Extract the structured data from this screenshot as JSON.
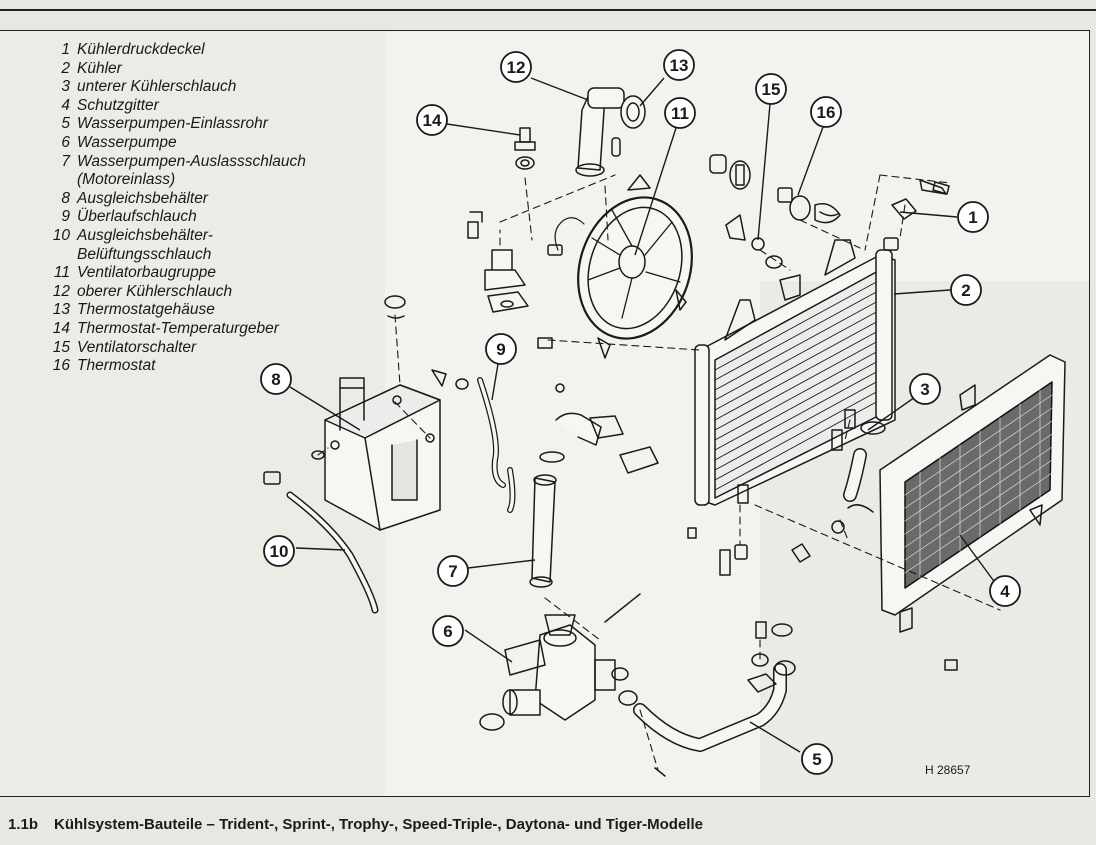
{
  "legend": [
    {
      "num": "1",
      "text": "Kühlerdruckdeckel"
    },
    {
      "num": "2",
      "text": "Kühler"
    },
    {
      "num": "3",
      "text": "unterer Kühlerschlauch"
    },
    {
      "num": "4",
      "text": "Schutzgitter"
    },
    {
      "num": "5",
      "text": "Wasserpumpen-Einlassrohr"
    },
    {
      "num": "6",
      "text": "Wasserpumpe"
    },
    {
      "num": "7",
      "text": "Wasserpumpen-Auslassschlauch",
      "cont": "(Motoreinlass)"
    },
    {
      "num": "8",
      "text": "Ausgleichsbehälter"
    },
    {
      "num": "9",
      "text": "Überlaufschlauch"
    },
    {
      "num": "10",
      "text": "Ausgleichsbehälter-",
      "cont": "Belüftungsschlauch"
    },
    {
      "num": "11",
      "text": "Ventilatorbaugruppe"
    },
    {
      "num": "12",
      "text": "oberer Kühlerschlauch"
    },
    {
      "num": "13",
      "text": "Thermostatgehäuse"
    },
    {
      "num": "14",
      "text": "Thermostat-Temperaturgeber"
    },
    {
      "num": "15",
      "text": "Ventilatorschalter"
    },
    {
      "num": "16",
      "text": "Thermostat"
    }
  ],
  "callouts": [
    "1",
    "2",
    "3",
    "4",
    "5",
    "6",
    "7",
    "8",
    "9",
    "10",
    "11",
    "12",
    "13",
    "14",
    "15",
    "16"
  ],
  "figure_id": "H 28657",
  "caption": {
    "number": "1.1b",
    "title": "Kühlsystem-Bauteile – Trident-, Sprint-, Trophy-, Speed-Triple-, Daytona- und Tiger-Modelle"
  }
}
